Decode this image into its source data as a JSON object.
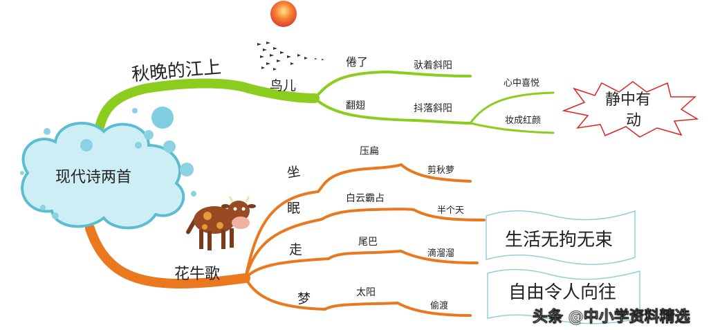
{
  "central_topic": "现代诗两首",
  "colors": {
    "green_branch": "#8ccc1e",
    "orange_branch": "#e9781f",
    "cloud": "#cdeef5",
    "cloud_border": "#5bbdd0",
    "starburst": "#e02020",
    "banner_border": "#8fd0d8"
  },
  "poem1": {
    "title": "秋晚的江上",
    "subject": "鸟儿",
    "branches": [
      {
        "verb": "倦了",
        "detail": "驮着斜阳"
      },
      {
        "verb": "翻翅",
        "detail": "抖落斜阳",
        "children": [
          "心中喜悦",
          "妆成红颜"
        ]
      }
    ],
    "theme": "静中有动",
    "theme_lines": [
      "静中有",
      "动"
    ]
  },
  "poem2": {
    "title": "花牛歌",
    "branches": [
      {
        "verb": "坐",
        "object": "压扁",
        "detail": "剪秋萝"
      },
      {
        "verb": "眠",
        "object": "白云霸占",
        "detail": "半个天"
      },
      {
        "verb": "走",
        "object": "尾巴",
        "detail": "滴溜溜"
      },
      {
        "verb": "梦",
        "object": "太阳",
        "detail": "偷渡"
      }
    ],
    "themes": [
      "生活无拘无束",
      "自由令人向往"
    ]
  },
  "watermark": "头条 @中小学资料精选",
  "decorations": [
    "sun-icon",
    "birds-flock-icon",
    "cow-illustration",
    "cloud-bubbles"
  ]
}
